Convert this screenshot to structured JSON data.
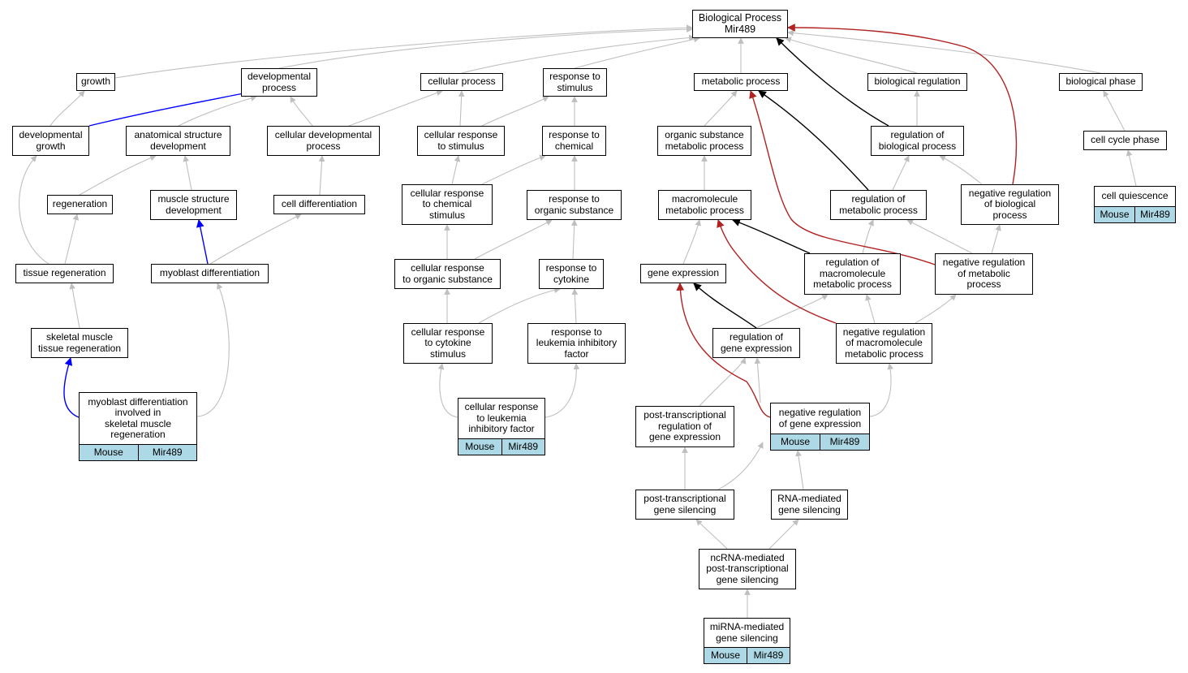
{
  "root": {
    "line1": "Biological Process",
    "line2": "Mir489"
  },
  "tag_labels": {
    "species": "Mouse",
    "gene": "Mir489"
  },
  "edge_colors": {
    "is_a": "#bfbfbf",
    "part_of": "#0000ff",
    "regulates": "#000000",
    "negatively_regulates": "#b22222"
  },
  "tag_color": "#add8e6",
  "nodes": {
    "growth": {
      "text": [
        "growth"
      ]
    },
    "developmental_process": {
      "text": [
        "developmental",
        "process"
      ]
    },
    "cellular_process": {
      "text": [
        "cellular process"
      ]
    },
    "response_to_stimulus": {
      "text": [
        "response to",
        "stimulus"
      ]
    },
    "metabolic_process": {
      "text": [
        "metabolic process"
      ]
    },
    "biological_regulation": {
      "text": [
        "biological regulation"
      ]
    },
    "biological_phase": {
      "text": [
        "biological phase"
      ]
    },
    "developmental_growth": {
      "text": [
        "developmental",
        "growth"
      ]
    },
    "anatomical_structure_development": {
      "text": [
        "anatomical structure",
        "development"
      ]
    },
    "cellular_developmental_process": {
      "text": [
        "cellular developmental",
        "process"
      ]
    },
    "cellular_response_to_stimulus": {
      "text": [
        "cellular response",
        "to stimulus"
      ]
    },
    "response_to_chemical": {
      "text": [
        "response to",
        "chemical"
      ]
    },
    "organic_substance_metabolic_process": {
      "text": [
        "organic substance",
        "metabolic process"
      ]
    },
    "regulation_of_biological_process": {
      "text": [
        "regulation of",
        "biological process"
      ]
    },
    "cell_cycle_phase": {
      "text": [
        "cell cycle phase"
      ]
    },
    "regeneration": {
      "text": [
        "regeneration"
      ]
    },
    "muscle_structure_development": {
      "text": [
        "muscle structure",
        "development"
      ]
    },
    "cell_differentiation": {
      "text": [
        "cell differentiation"
      ]
    },
    "cellular_response_to_chemical_stimulus": {
      "text": [
        "cellular response",
        "to chemical",
        "stimulus"
      ]
    },
    "response_to_organic_substance": {
      "text": [
        "response to",
        "organic substance"
      ]
    },
    "macromolecule_metabolic_process": {
      "text": [
        "macromolecule",
        "metabolic process"
      ]
    },
    "regulation_of_metabolic_process": {
      "text": [
        "regulation of",
        "metabolic process"
      ]
    },
    "negative_regulation_of_biological_process": {
      "text": [
        "negative regulation",
        "of biological",
        "process"
      ]
    },
    "cell_quiescence": {
      "text": [
        "cell quiescence"
      ]
    },
    "tissue_regeneration": {
      "text": [
        "tissue regeneration"
      ]
    },
    "myoblast_differentiation": {
      "text": [
        "myoblast differentiation"
      ]
    },
    "cellular_response_to_organic_substance": {
      "text": [
        "cellular response",
        "to organic substance"
      ]
    },
    "response_to_cytokine": {
      "text": [
        "response to",
        "cytokine"
      ]
    },
    "gene_expression": {
      "text": [
        "gene expression"
      ]
    },
    "regulation_of_macromolecule_metabolic_process": {
      "text": [
        "regulation of",
        "macromolecule",
        "metabolic process"
      ]
    },
    "negative_regulation_of_metabolic_process": {
      "text": [
        "negative regulation",
        "of metabolic",
        "process"
      ]
    },
    "skeletal_muscle_tissue_regeneration": {
      "text": [
        "skeletal muscle",
        "tissue regeneration"
      ]
    },
    "cellular_response_to_cytokine_stimulus": {
      "text": [
        "cellular response",
        "to cytokine",
        "stimulus"
      ]
    },
    "response_to_leukemia_inhibitory_factor": {
      "text": [
        "response to",
        "leukemia inhibitory",
        "factor"
      ]
    },
    "regulation_of_gene_expression": {
      "text": [
        "regulation of",
        "gene expression"
      ]
    },
    "negative_regulation_of_macromolecule_metabolic_process": {
      "text": [
        "negative regulation",
        "of macromolecule",
        "metabolic process"
      ]
    },
    "myoblast_differentiation_involved_in_skeletal_muscle_regeneration": {
      "text": [
        "myoblast differentiation",
        "involved in",
        "skeletal muscle",
        "regeneration"
      ]
    },
    "cellular_response_to_leukemia_inhibitory_factor": {
      "text": [
        "cellular response",
        "to leukemia",
        "inhibitory factor"
      ]
    },
    "post_transcriptional_regulation_of_gene_expression": {
      "text": [
        "post-transcriptional",
        "regulation of",
        "gene expression"
      ]
    },
    "negative_regulation_of_gene_expression": {
      "text": [
        "negative regulation",
        "of gene expression"
      ]
    },
    "post_transcriptional_gene_silencing": {
      "text": [
        "post-transcriptional",
        "gene silencing"
      ]
    },
    "rna_mediated_gene_silencing": {
      "text": [
        "RNA-mediated",
        "gene silencing"
      ]
    },
    "ncrna_mediated_post_transcriptional_gene_silencing": {
      "text": [
        "ncRNA-mediated",
        "post-transcriptional",
        "gene silencing"
      ]
    },
    "mirna_mediated_gene_silencing": {
      "text": [
        "miRNA-mediated",
        "gene silencing"
      ]
    }
  }
}
